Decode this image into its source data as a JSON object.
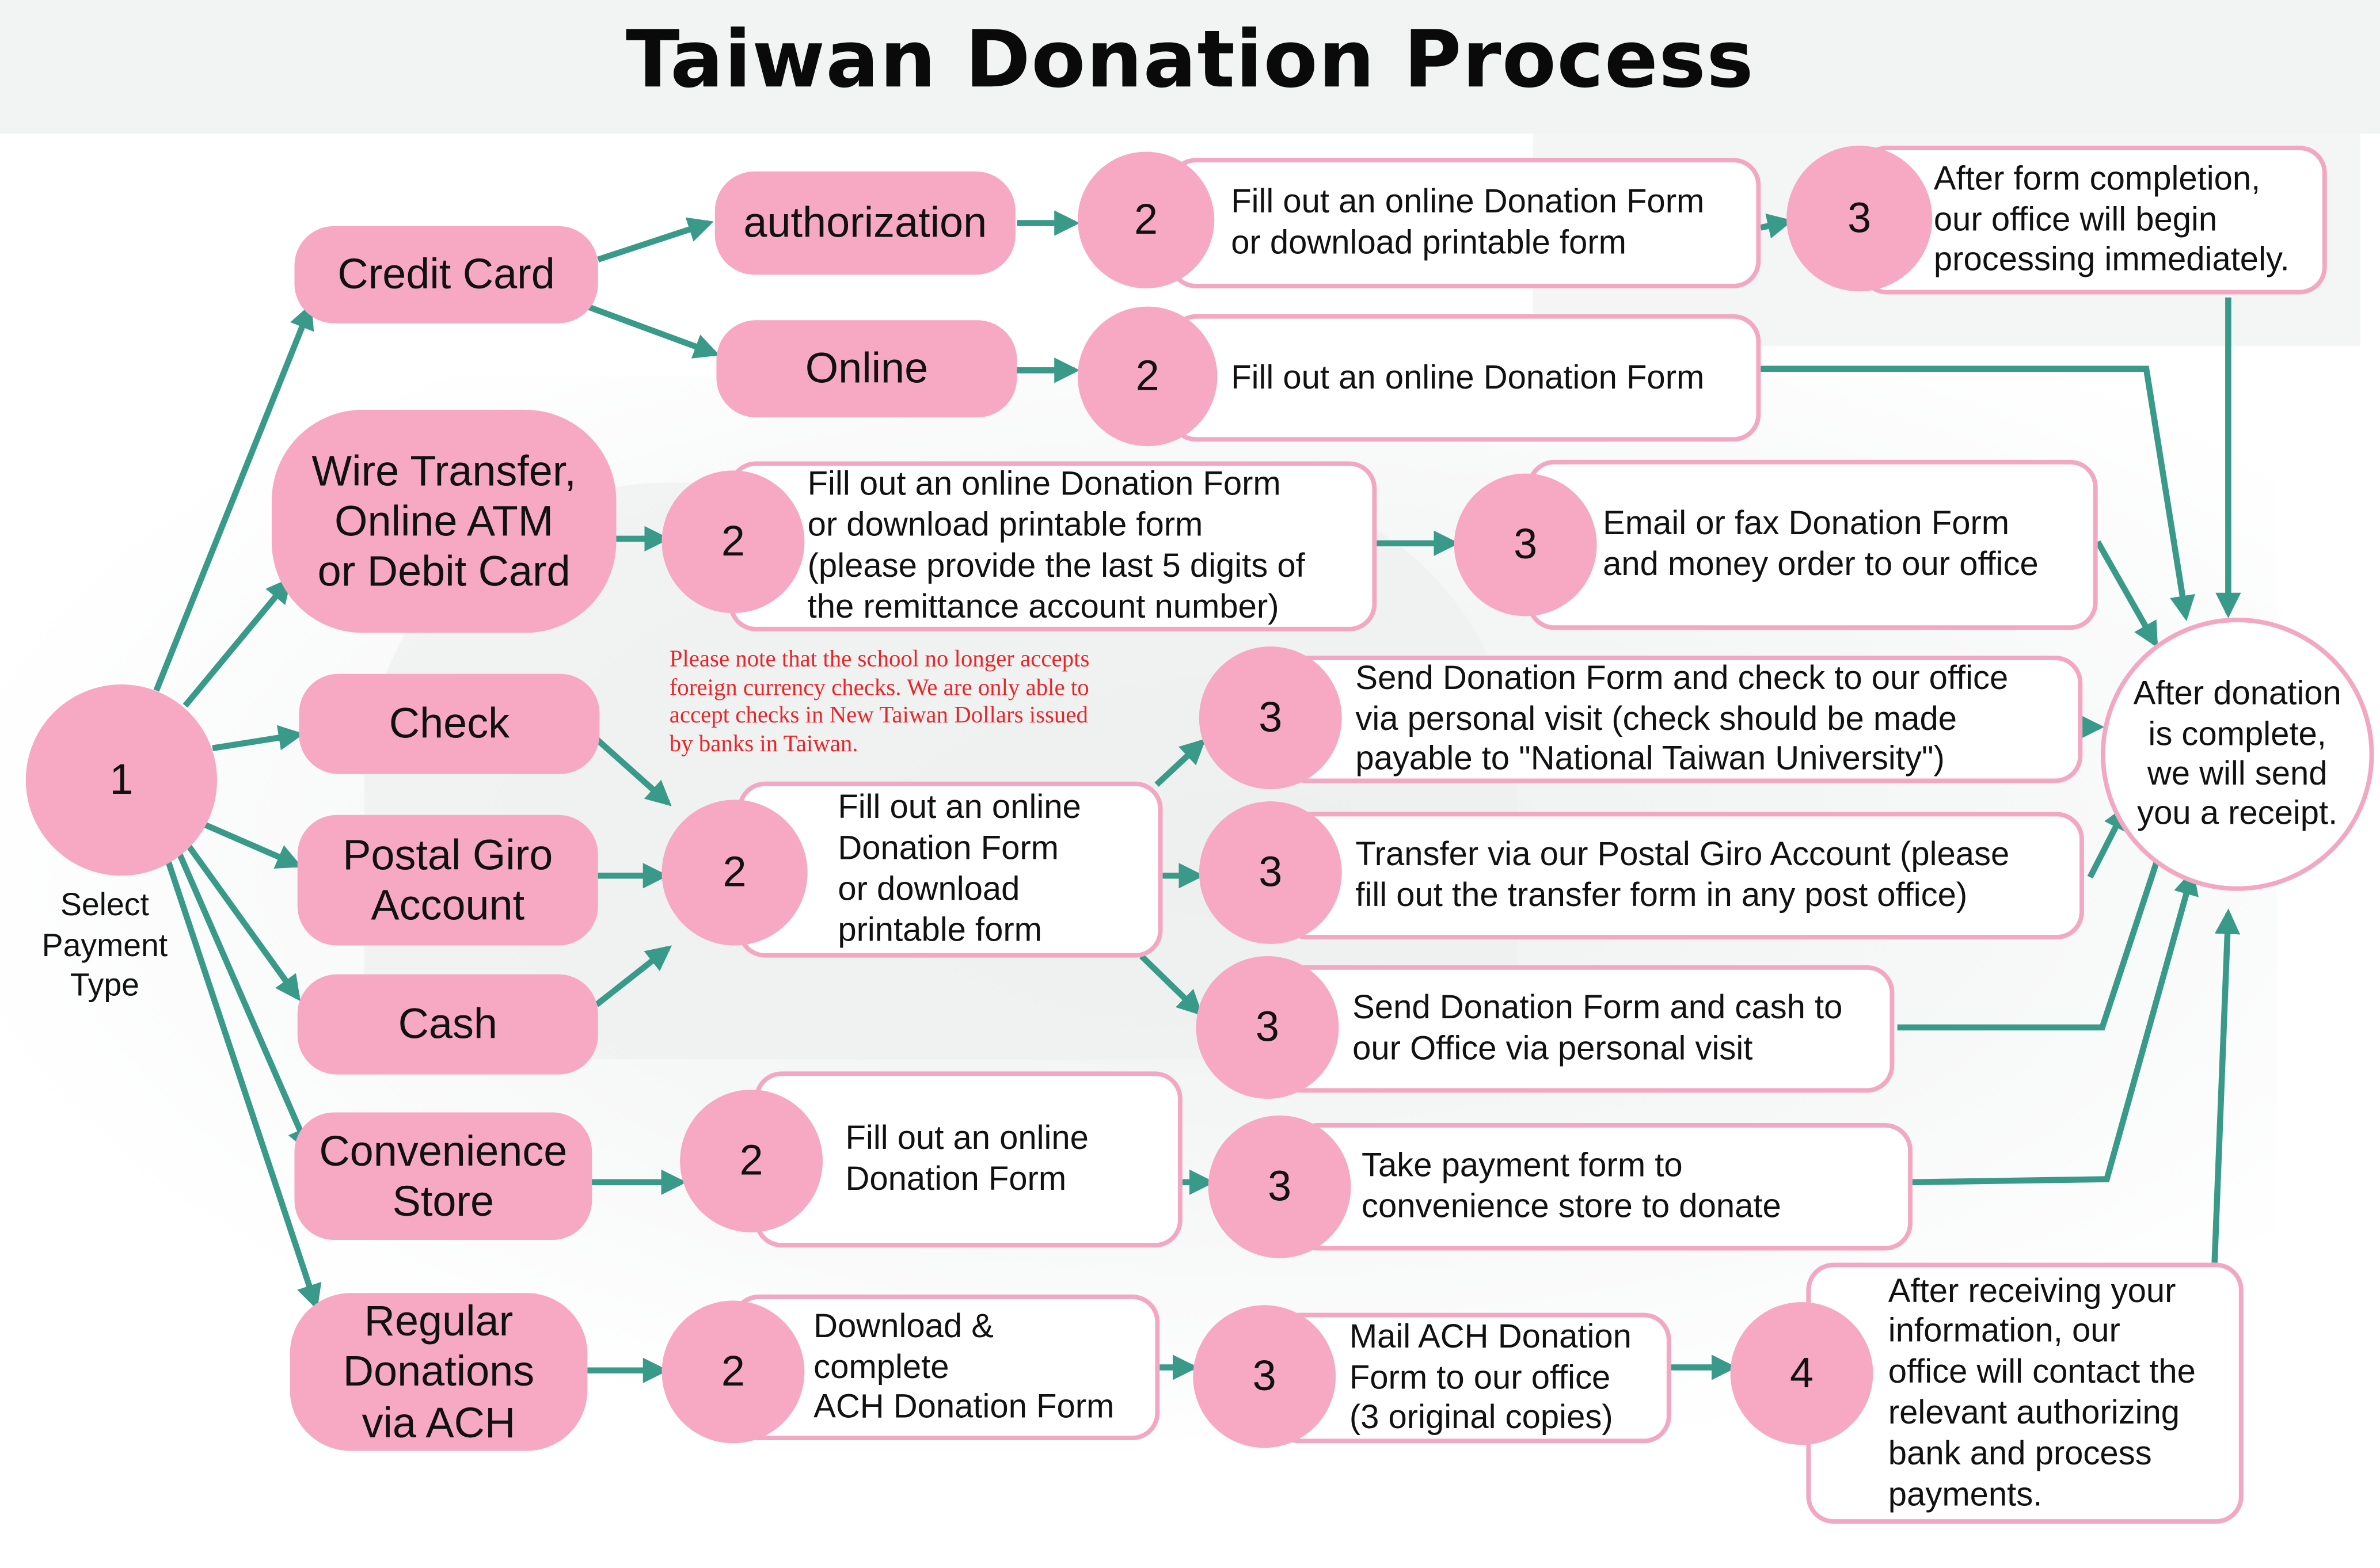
{
  "title": "Taiwan Donation Process",
  "start": {
    "step": "1",
    "label": "Select\nPayment\nType"
  },
  "payment_types": {
    "credit_card": "Credit Card",
    "wire": "Wire Transfer,\nOnline ATM\nor Debit Card",
    "check": "Check",
    "postal_giro": "Postal Giro\nAccount",
    "cash": "Cash",
    "convenience": "Convenience\nStore",
    "ach": "Regular\nDonations\nvia ACH"
  },
  "credit_options": {
    "authorization": "authorization",
    "online": "Online"
  },
  "steps": {
    "s2_auth": {
      "num": "2",
      "text": "Fill out an online Donation Form\nor download printable form"
    },
    "s3_auth": {
      "num": "3",
      "text": "After form completion,\n our office will begin\nprocessing immediately."
    },
    "s2_online": {
      "num": "2",
      "text": "Fill out an online Donation Form"
    },
    "s2_wire": {
      "num": "2",
      "text": "Fill out an online Donation Form\nor download printable form\n(please provide the last 5 digits of\nthe remittance account number)"
    },
    "s3_wire": {
      "num": "3",
      "text": "Email or fax Donation Form\nand money order to our office"
    },
    "s2_shared": {
      "num": "2",
      "text": "Fill out an online\nDonation Form\nor download\nprintable form"
    },
    "s3_check": {
      "num": "3",
      "text": "Send Donation Form and check to our office\nvia personal visit (check should be made\npayable to \"National Taiwan University\")"
    },
    "s3_giro": {
      "num": "3",
      "text": "Transfer via our Postal Giro Account (please\nfill out the transfer form in any post office)"
    },
    "s3_cash": {
      "num": "3",
      "text": "Send Donation Form and cash to\nour Office via personal visit"
    },
    "s2_conv": {
      "num": "2",
      "text": "Fill out an online\nDonation Form"
    },
    "s3_conv": {
      "num": "3",
      "text": "Take payment form to\nconvenience store to donate"
    },
    "s2_ach": {
      "num": "2",
      "text": "Download &\ncomplete\nACH Donation Form"
    },
    "s3_ach": {
      "num": "3",
      "text": "Mail ACH Donation\nForm to our office\n(3 original copies)"
    },
    "s4_ach": {
      "num": "4",
      "text": "After receiving your\ninformation, our\noffice will contact the\nrelevant authorizing\nbank and process\npayments."
    }
  },
  "receipt": "After donation\nis complete,\nwe will send\nyou a receipt.",
  "note": "Please note that the school no longer accepts\nforeign currency checks. We are only able to\naccept checks in New Taiwan Dollars issued\nby banks in Taiwan.",
  "colors": {
    "pink": "#f7a8c2",
    "pink_border": "#f2a8c2",
    "arrow": "#3a9a8a",
    "note_red": "#e8262a"
  }
}
